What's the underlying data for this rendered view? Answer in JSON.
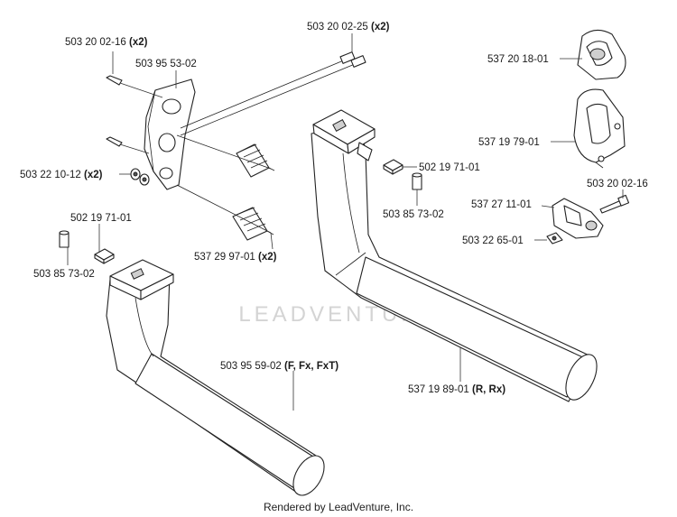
{
  "watermark": "LEADVENTURE",
  "credit": "Rendered by LeadVenture, Inc.",
  "labels": [
    {
      "id": "lbl-503-20-02-16-x2",
      "part": "503 20 02-16",
      "qty": "(x2)"
    },
    {
      "id": "lbl-503-95-53-02",
      "part": "503 95 53-02",
      "qty": ""
    },
    {
      "id": "lbl-503-20-02-25-x2",
      "part": "503 20 02-25",
      "qty": "(x2)"
    },
    {
      "id": "lbl-537-20-18-01",
      "part": "537 20 18-01",
      "qty": ""
    },
    {
      "id": "lbl-537-19-79-01",
      "part": "537 19 79-01",
      "qty": ""
    },
    {
      "id": "lbl-503-22-10-12-x2",
      "part": "503 22 10-12",
      "qty": "(x2)"
    },
    {
      "id": "lbl-502-19-71-01-right",
      "part": "502 19 71-01",
      "qty": ""
    },
    {
      "id": "lbl-503-20-02-16",
      "part": "503 20 02-16",
      "qty": ""
    },
    {
      "id": "lbl-537-27-11-01",
      "part": "537 27 11-01",
      "qty": ""
    },
    {
      "id": "lbl-503-85-73-02-right",
      "part": "503 85 73-02",
      "qty": ""
    },
    {
      "id": "lbl-502-19-71-01-left",
      "part": "502 19 71-01",
      "qty": ""
    },
    {
      "id": "lbl-503-22-65-01",
      "part": "503 22 65-01",
      "qty": ""
    },
    {
      "id": "lbl-537-29-97-01-x2",
      "part": "537 29 97-01",
      "qty": "(x2)"
    },
    {
      "id": "lbl-503-85-73-02-left",
      "part": "503 85 73-02",
      "qty": ""
    },
    {
      "id": "lbl-503-95-59-02",
      "part": "503 95 59-02",
      "qty": "(F, Fx, FxT)"
    },
    {
      "id": "lbl-537-19-89-01",
      "part": "537 19 89-01",
      "qty": "(R, Rx)"
    }
  ]
}
